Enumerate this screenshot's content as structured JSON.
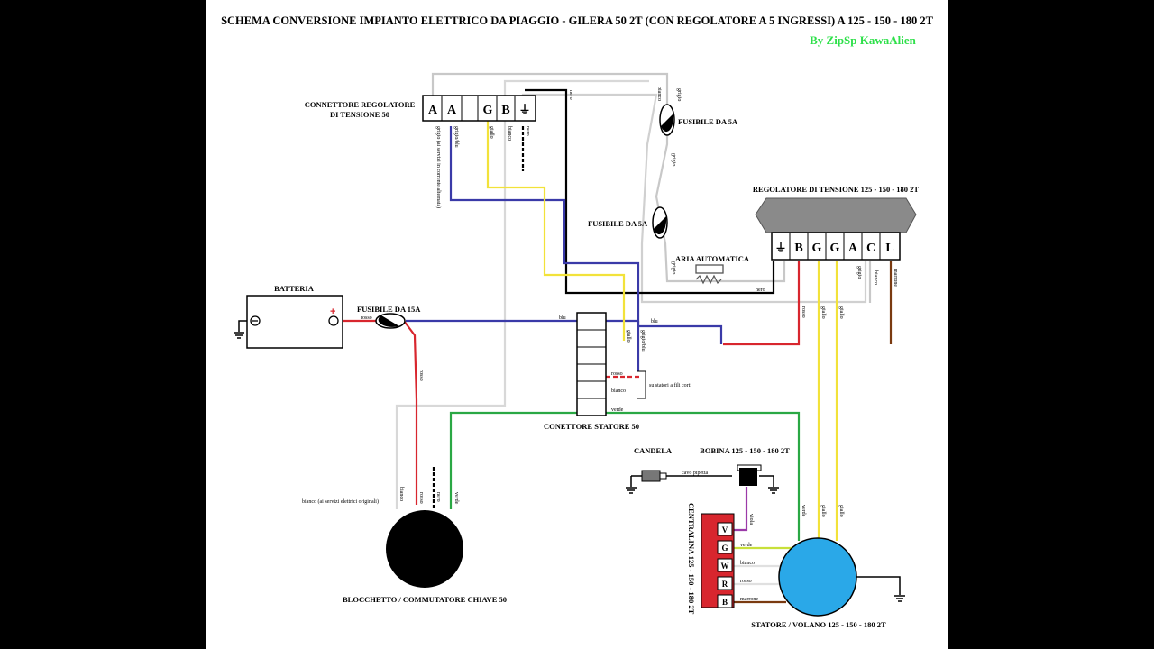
{
  "title": "SCHEMA CONVERSIONE IMPIANTO ELETTRICO DA PIAGGIO - GILERA 50 2T (CON REGOLATORE A 5 INGRESSI) A 125 - 150 - 180 2T",
  "author": "By ZipSp KawaAlien",
  "colors": {
    "blu": "#3a3aa8",
    "giallo": "#f2e23a",
    "rosso": "#d8262e",
    "verde": "#2aa844",
    "grigio": "#c8c8c8",
    "nero": "#000000",
    "marrone": "#7a3a10",
    "viola": "#9b3aa8",
    "statore": "#2aa8e8"
  },
  "components": {
    "regulator50_label_1": "CONNETTORE REGOLATORE",
    "regulator50_label_2": "DI TENSIONE 50",
    "regulator50_pins": [
      "A",
      "A",
      "G",
      "B",
      "⏚"
    ],
    "fuse_5a_top": "FUSIBILE DA 5A",
    "fuse_5a_mid": "FUSIBILE DA 5A",
    "regulator_new_label": "REGOLATORE DI TENSIONE 125 - 150 - 180 2T",
    "regulator_new_pins": [
      "⏚",
      "B",
      "G",
      "G",
      "A",
      "C",
      "L"
    ],
    "aria": "ARIA AUTOMATICA",
    "batteria": "BATTERIA",
    "fuse_15a": "FUSIBILE DA 15A",
    "connettore_statore": "CONETTORE STATORE 50",
    "statori_note": "su statori a fili corti",
    "candela": "CANDELA",
    "bobina": "BOBINA 125 - 150 - 180 2T",
    "cavo_pipetta": "cavo pipetta",
    "centralina": "CENTRALINA 125 - 150 - 180 2T",
    "centralina_pins": [
      "V",
      "G",
      "W",
      "R",
      "B"
    ],
    "statore_volano": "STATORE / VOLANO 125 - 150 - 180 2T",
    "blocchetto": "BLOCCHETTO / COMMUTATORE CHIAVE 50",
    "bianco_note": "bianco (ai servizi elettrici originali)"
  },
  "wire_labels": {
    "grigio_servizi": "grigio (ai servizi in corrente alternata)",
    "grigio_blu": "grigio/blu",
    "giallo": "giallo",
    "bianco": "bianco",
    "nero": "nero",
    "grigio": "grigio",
    "blu": "blu",
    "rosso": "rosso",
    "verde": "verde",
    "viola": "viola",
    "marrone": "marrone"
  }
}
